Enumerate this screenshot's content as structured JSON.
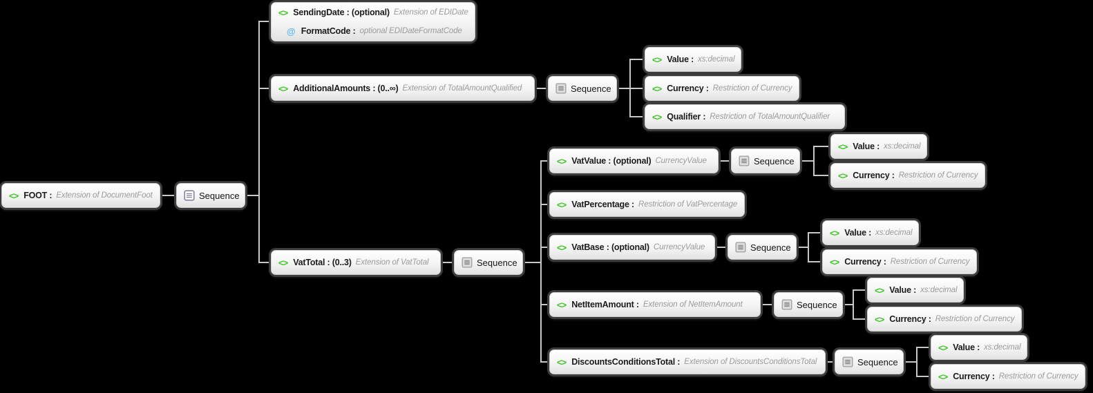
{
  "colors": {
    "bg": "#000000",
    "connector": "#c9c9c9",
    "accent_green": "#3fc427",
    "accent_blue": "#5fb8f2",
    "ring": "#3c3c3c",
    "label": "#1b1b1b",
    "type": "#9a9a9a"
  },
  "icons": {
    "element_glyph": "<>",
    "attribute_glyph": "@"
  },
  "nodes": {
    "foot": {
      "label": "FOOT :",
      "type": "Extension of DocumentFoot"
    },
    "seq_root": {
      "label": "Sequence"
    },
    "sending_date": {
      "label": "SendingDate : (optional)",
      "type": "Extension of EDIDate"
    },
    "format_code": {
      "label": "FormatCode :",
      "type": "optional EDIDateFormatCode"
    },
    "additional_amounts": {
      "label": "AdditionalAmounts : (0..∞)",
      "type": "Extension of TotalAmountQualified"
    },
    "seq_additional": {
      "label": "Sequence"
    },
    "aa_value": {
      "label": "Value :",
      "type": "xs:decimal"
    },
    "aa_currency": {
      "label": "Currency :",
      "type": "Restriction of Currency"
    },
    "aa_qualifier": {
      "label": "Qualifier :",
      "type": "Restriction of TotalAmountQualifier"
    },
    "vat_total": {
      "label": "VatTotal : (0..3)",
      "type": "Extension of VatTotal"
    },
    "seq_vattotal": {
      "label": "Sequence"
    },
    "vat_value": {
      "label": "VatValue : (optional)",
      "type": "CurrencyValue"
    },
    "seq_vatvalue": {
      "label": "Sequence"
    },
    "vv_value": {
      "label": "Value :",
      "type": "xs:decimal"
    },
    "vv_currency": {
      "label": "Currency :",
      "type": "Restriction of Currency"
    },
    "vat_percentage": {
      "label": "VatPercentage :",
      "type": "Restriction of VatPercentage"
    },
    "vat_base": {
      "label": "VatBase : (optional)",
      "type": "CurrencyValue"
    },
    "seq_vatbase": {
      "label": "Sequence"
    },
    "vb_value": {
      "label": "Value :",
      "type": "xs:decimal"
    },
    "vb_currency": {
      "label": "Currency :",
      "type": "Restriction of Currency"
    },
    "net_item_amount": {
      "label": "NetItemAmount :",
      "type": "Extension of NetItemAmount"
    },
    "seq_netitem": {
      "label": "Sequence"
    },
    "ni_value": {
      "label": "Value :",
      "type": "xs:decimal"
    },
    "ni_currency": {
      "label": "Currency :",
      "type": "Restriction of Currency"
    },
    "discounts_total": {
      "label": "DiscountsConditionsTotal :",
      "type": "Extension of DiscountsConditionsTotal"
    },
    "seq_discounts": {
      "label": "Sequence"
    },
    "dc_value": {
      "label": "Value :",
      "type": "xs:decimal"
    },
    "dc_currency": {
      "label": "Currency :",
      "type": "Restriction of Currency"
    }
  }
}
